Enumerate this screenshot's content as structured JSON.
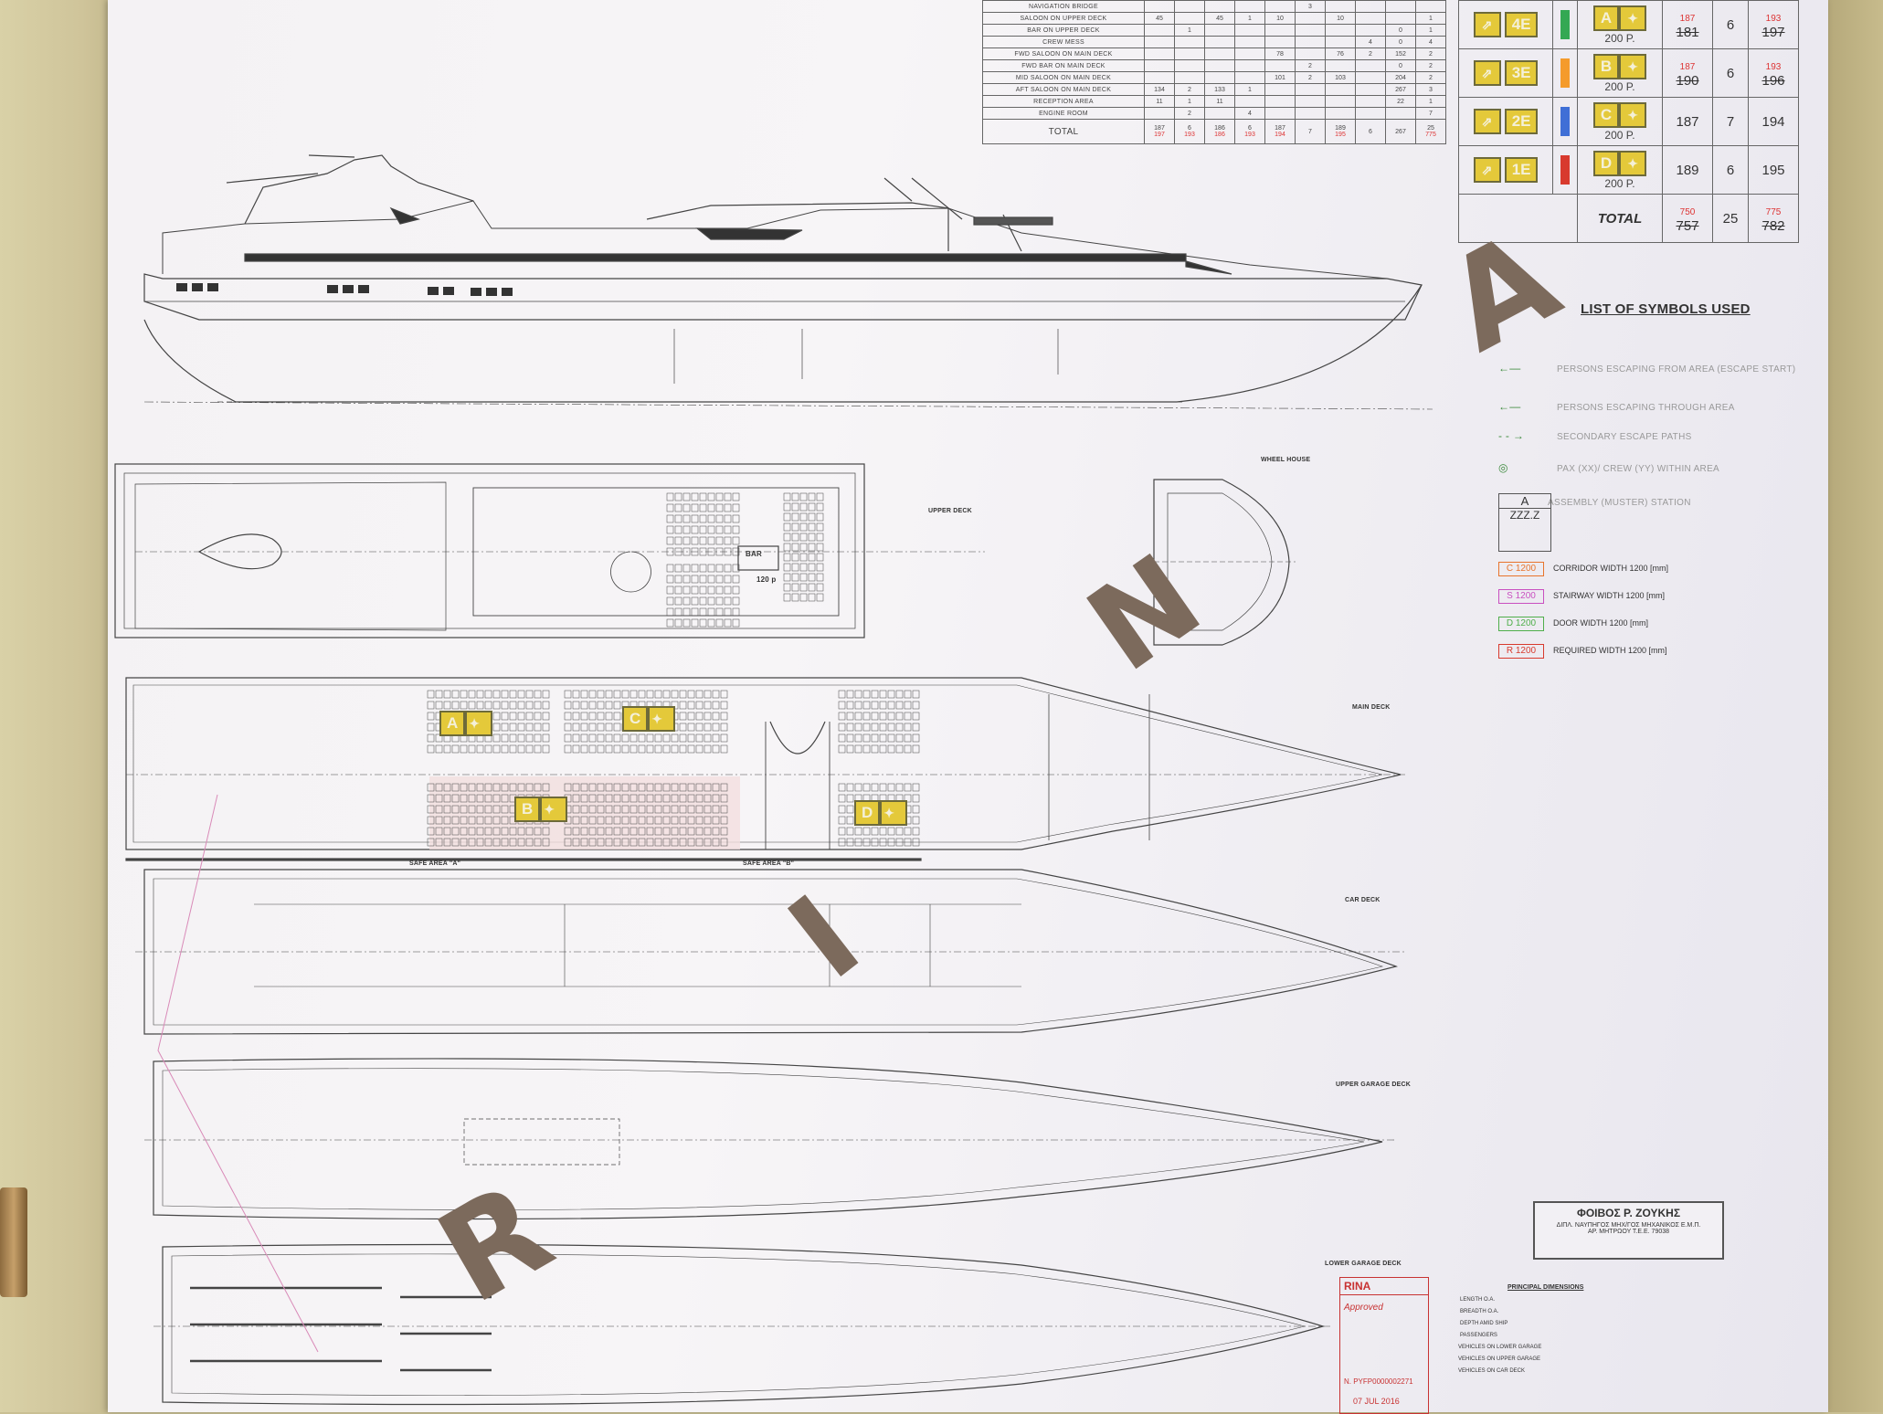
{
  "occupancy_table": {
    "rows": [
      {
        "name": "NAVIGATION BRIDGE",
        "cells": [
          "",
          "",
          "",
          "",
          "",
          "3",
          "",
          "",
          "",
          ""
        ]
      },
      {
        "name": "SALOON ON UPPER DECK",
        "cells": [
          "45",
          "",
          "45",
          "1",
          "10",
          "",
          "10",
          "",
          "",
          "1"
        ]
      },
      {
        "name": "BAR ON UPPER DECK",
        "cells": [
          "",
          "1",
          "",
          "",
          "",
          "",
          "",
          "",
          "0",
          "1"
        ]
      },
      {
        "name": "CREW MESS",
        "cells": [
          "",
          "",
          "",
          "",
          "",
          "",
          "",
          "4",
          "0",
          "4"
        ]
      },
      {
        "name": "FWD SALOON ON MAIN DECK",
        "cells": [
          "",
          "",
          "",
          "",
          "78",
          "",
          "76",
          "2",
          "152",
          "2"
        ]
      },
      {
        "name": "FWD BAR ON MAIN DECK",
        "cells": [
          "",
          "",
          "",
          "",
          "",
          "2",
          "",
          "",
          "0",
          "2"
        ]
      },
      {
        "name": "MID SALOON ON MAIN DECK",
        "cells": [
          "",
          "",
          "",
          "",
          "101",
          "2",
          "103",
          "",
          "204",
          "2"
        ]
      },
      {
        "name": "AFT SALOON ON MAIN DECK",
        "cells": [
          "134",
          "2",
          "133",
          "1",
          "",
          "",
          "",
          "",
          "267",
          "3"
        ]
      },
      {
        "name": "RECEPTION AREA",
        "cells": [
          "11",
          "1",
          "11",
          "",
          "",
          "",
          "",
          "",
          "22",
          "1"
        ]
      },
      {
        "name": "ENGINE ROOM",
        "cells": [
          "",
          "2",
          "",
          "4",
          "",
          "",
          "",
          "",
          "",
          "7"
        ]
      }
    ],
    "total_label": "TOTAL",
    "totals": [
      "187",
      "6",
      "186",
      "6",
      "187",
      "7",
      "189",
      "6",
      "267",
      "25"
    ],
    "totals_sub": [
      "197",
      "193",
      "186",
      "193",
      "194",
      "",
      "195",
      "",
      "",
      "775"
    ]
  },
  "muster_table": {
    "rows": [
      {
        "code": "4E",
        "stripe": "#34a853",
        "station": "A",
        "cap": "200 P.",
        "pax_old": "181",
        "pax_new": "187",
        "crew": "6",
        "tot_old": "197",
        "tot_new": "193"
      },
      {
        "code": "3E",
        "stripe": "#f59b2b",
        "station": "B",
        "cap": "200 P.",
        "pax_old": "190",
        "pax_new": "187",
        "crew": "6",
        "tot_old": "196",
        "tot_new": "193"
      },
      {
        "code": "2E",
        "stripe": "#3f6fd6",
        "station": "C",
        "cap": "200 P.",
        "pax_old": "",
        "pax_new": "187",
        "crew": "7",
        "tot_old": "",
        "tot_new": "194"
      },
      {
        "code": "1E",
        "stripe": "#d83a2e",
        "station": "D",
        "cap": "200 P.",
        "pax_old": "",
        "pax_new": "189",
        "crew": "6",
        "tot_old": "",
        "tot_new": "195"
      }
    ],
    "total_label": "TOTAL",
    "total_pax_old": "757",
    "total_pax_new": "750",
    "total_crew": "25",
    "total_old": "782",
    "total_new": "775"
  },
  "symbols": {
    "title": "LIST OF SYMBOLS USED",
    "items": [
      "PERSONS ESCAPING FROM AREA (ESCAPE START)",
      "PERSONS ESCAPING THROUGH AREA",
      "SECONDARY ESCAPE PATHS",
      "PAX (XX)/ CREW (YY) WITHIN AREA",
      "ASSEMBLY (MUSTER) STATION"
    ],
    "muster_symbol": {
      "letter": "A",
      "code": "ZZZ.Z"
    },
    "widths": [
      {
        "box": "C 1200",
        "desc": "CORRIDOR WIDTH 1200 [mm]",
        "color": "#e8742c"
      },
      {
        "box": "S 1200",
        "desc": "STAIRWAY WIDTH 1200 [mm]",
        "color": "#c94fc0"
      },
      {
        "box": "D 1200",
        "desc": "DOOR WIDTH 1200 [mm]",
        "color": "#4fae4a"
      },
      {
        "box": "R 1200",
        "desc": "REQUIRED WIDTH 1200 [mm]",
        "color": "#d83a2e"
      }
    ]
  },
  "deck_labels": {
    "upper": "UPPER DECK",
    "wheel": "WHEEL HOUSE",
    "main": "MAIN DECK",
    "car": "CAR DECK",
    "upper_garage": "UPPER GARAGE DECK",
    "lower_garage": "LOWER GARAGE DECK",
    "safe_a": "SAFE AREA \"A\"",
    "safe_b": "SAFE AREA \"B\""
  },
  "main_deck_stations": [
    "A",
    "B",
    "C",
    "D"
  ],
  "upper_bar": {
    "label": "BAR",
    "cap": "120 p"
  },
  "big_letters": [
    "A",
    "N",
    "I",
    "R"
  ],
  "title_block": {
    "line1": "ΦΟΙΒΟΣ Ρ. ΖΟΥΚΗΣ",
    "line2": "ΔΙΠΛ. ΝΑΥΠΗΓΟΣ ΜΗΧ/ΓΟΣ ΜΗΧΑΝΙΚΟΣ Ε.Μ.Π.",
    "line3": "ΑΡ. ΜΗΤΡΩΟΥ Τ.Ε.Ε. 79038"
  },
  "rina": {
    "name": "RINA",
    "note": "Approved",
    "ref": "N. PYFP0000002271",
    "date": "07 JUL 2016"
  },
  "principal": {
    "title": "PRINCIPAL DIMENSIONS",
    "items": [
      "LENGTH O.A.",
      "BREADTH O.A.",
      "DEPTH AMID SHIP",
      "PASSENGERS",
      "VEHICLES ON LOWER GARAGE",
      "VEHICLES ON UPPER GARAGE",
      "VEHICLES ON CAR DECK"
    ]
  }
}
